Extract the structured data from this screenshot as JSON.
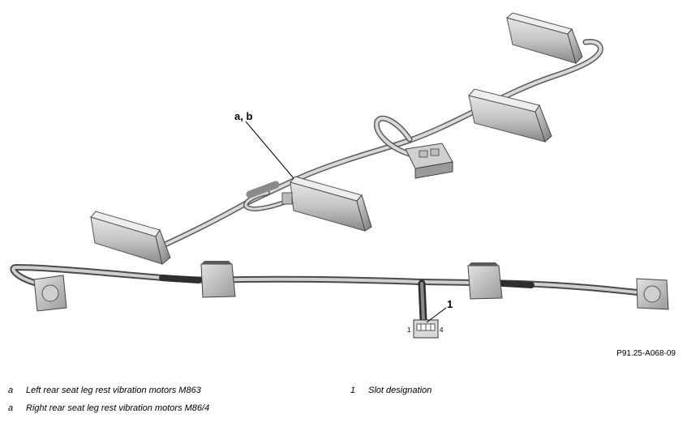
{
  "callouts": {
    "ab": "a, b",
    "one": "1"
  },
  "connector_pins": {
    "left": "1",
    "right": "4"
  },
  "figure_id": "P91.25-A068-09",
  "legend": [
    {
      "key": "a",
      "text": "Left rear seat leg rest vibration motors M863"
    },
    {
      "key": "a",
      "text": "Right rear seat leg rest vibration motors M86/4"
    },
    {
      "key": "1",
      "text": "Slot designation"
    }
  ]
}
